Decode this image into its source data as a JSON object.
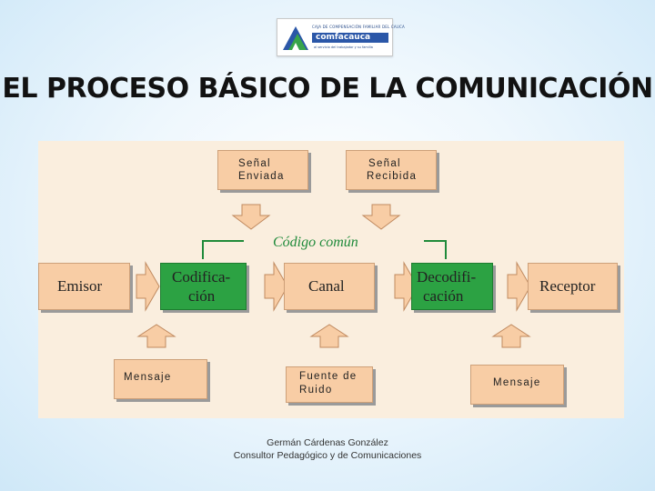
{
  "logo": {
    "top_text": "CAJA DE COMPENSACIÓN FAMILIAR DEL CAUCA",
    "name": "comfacauca",
    "tagline": "al servicio del trabajador y su familia"
  },
  "title": "EL PROCESO BÁSICO DE LA COMUNICACIÓN",
  "diagram": {
    "signal_sent": [
      "Señal",
      "Enviada"
    ],
    "signal_received": [
      "Señal",
      "Recibida"
    ],
    "common_code": "Código común",
    "emisor": "Emisor",
    "codificacion": [
      "Codifica-",
      "ción"
    ],
    "canal": "Canal",
    "decodificacion": [
      "Decodifi-",
      "cación"
    ],
    "receptor": "Receptor",
    "mensaje_left": "Mensaje",
    "fuente_ruido": [
      "Fuente de",
      "Ruido"
    ],
    "mensaje_right": "Mensaje"
  },
  "colors": {
    "box_fill": "#f8cda5",
    "green_box": "#2ca243",
    "bracket_green": "#1f8a3a",
    "arrow_fill": "#f8cda5",
    "background": "#faeede"
  },
  "footer": {
    "name": "Germán Cárdenas González",
    "role": "Consultor Pedagógico y de Comunicaciones"
  }
}
